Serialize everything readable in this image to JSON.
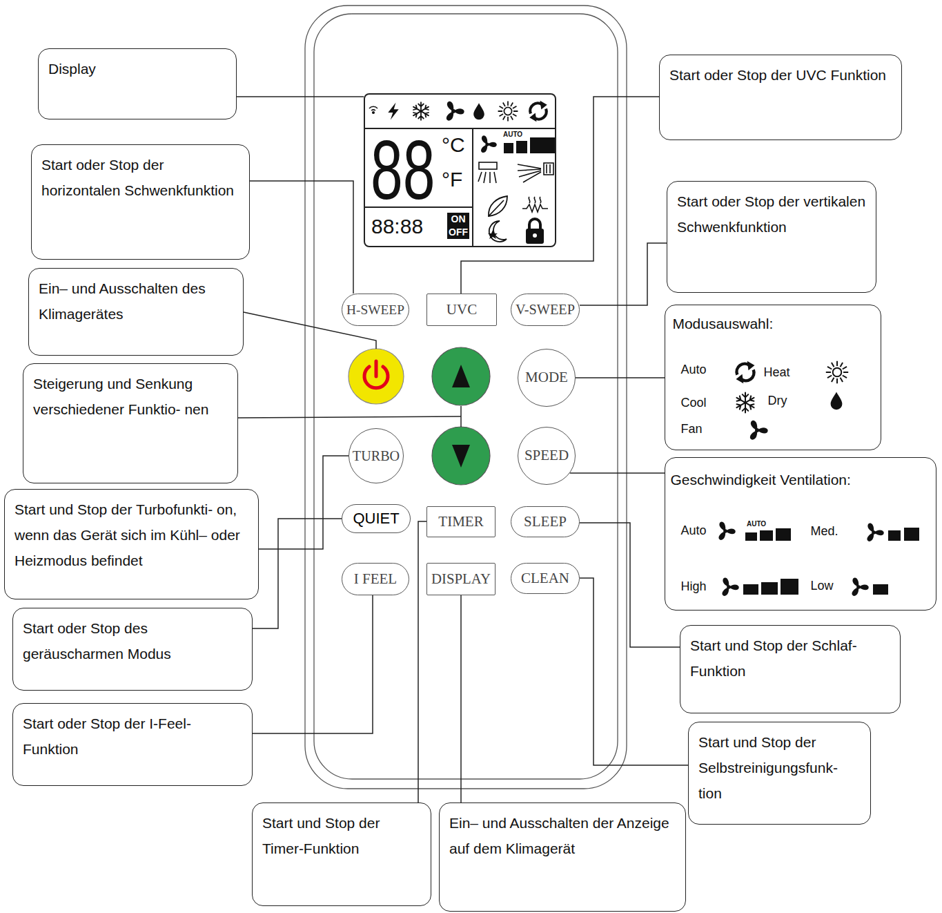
{
  "diagram": {
    "nodes": [
      {
        "text": [
          "Display"
        ]
      },
      {
        "text": [
          "Start oder Stop der UVC Funktion"
        ]
      },
      {
        "text": [
          "88",
          "°C",
          "°F",
          "88:88",
          "ON",
          "OFF"
        ]
      },
      {
        "text": [
          "Start oder Stop der horizontalen Schwenkfunktion"
        ]
      },
      {
        "text": [
          "Start oder Stop der vertikalen Schwenkfunktion"
        ]
      },
      {
        "text": [
          "Ein– und Ausschalten des Klimagerätes"
        ]
      },
      {
        "text": [
          "H-SWEEP"
        ]
      },
      {
        "text": [
          "UVC"
        ]
      },
      {
        "text": [
          "V-SWEEP"
        ]
      },
      {
        "text": [
          "Modusauswahl:",
          "Auto",
          "Heat",
          "Cool",
          "Dry",
          "Fan"
        ]
      },
      {
        "text": [
          "Steigerung und Senkung verschiedener Funktio- nen"
        ]
      },
      {
        "text": [
          "MODE"
        ]
      },
      {
        "text": [
          "TURBO"
        ]
      },
      {
        "text": [
          "SPEED"
        ]
      },
      {
        "text": [
          "Geschwindigkeit Ventilation:",
          "Auto",
          "Med.",
          "High",
          "Low"
        ]
      },
      {
        "text": [
          "Start und Stop der Turbofunkti- on, wenn das Gerät sich im Kühl– oder Heizmodus befindet"
        ]
      },
      {
        "text": [
          "QUIET"
        ]
      },
      {
        "text": [
          "TIMER"
        ]
      },
      {
        "text": [
          "SLEEP"
        ]
      },
      {
        "text": [
          "I FEEL"
        ]
      },
      {
        "text": [
          "DISPLAY"
        ]
      },
      {
        "text": [
          "CLEAN"
        ]
      },
      {
        "text": [
          "Start oder Stop des geräuscharmen Modus"
        ]
      },
      {
        "text": [
          "Start und Stop der Schlaf- Funktion"
        ]
      },
      {
        "text": [
          "Start oder Stop der I-Feel- Funktion"
        ]
      },
      {
        "text": [
          "Start und Stop der Selbstreinigungsfunk- tion"
        ]
      },
      {
        "text": [
          "Start und Stop der Timer-Funktion"
        ]
      },
      {
        "text": [
          "Ein– und Ausschalten der Anzeige auf dem Klimagerät"
        ]
      }
    ],
    "edges": [
      {
        "from": 0,
        "to": 2,
        "arrow": "none"
      },
      {
        "from": 3,
        "to": 6,
        "arrow": "none"
      },
      {
        "from": 1,
        "to": 7,
        "arrow": "none"
      },
      {
        "from": 4,
        "to": 8,
        "arrow": "none"
      },
      {
        "from": 9,
        "to": 11,
        "arrow": "none"
      },
      {
        "from": 14,
        "to": 13,
        "arrow": "none"
      },
      {
        "from": 15,
        "to": 12,
        "arrow": "none"
      },
      {
        "from": 22,
        "to": 16,
        "arrow": "none"
      },
      {
        "from": 24,
        "to": 19,
        "arrow": "none"
      },
      {
        "from": 26,
        "to": 17,
        "arrow": "none"
      },
      {
        "from": 27,
        "to": 20,
        "arrow": "none"
      },
      {
        "from": 23,
        "to": 18,
        "arrow": "none"
      },
      {
        "from": 25,
        "to": 21,
        "arrow": "none"
      }
    ],
    "labels": [
      "AUTO",
      "AUTO"
    ]
  }
}
